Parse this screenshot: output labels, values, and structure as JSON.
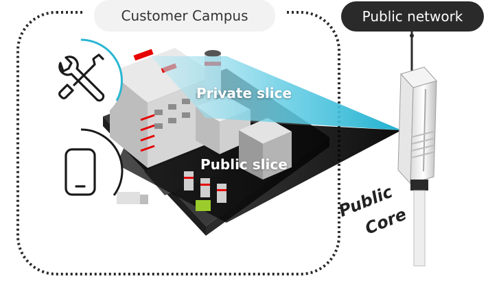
{
  "labels": {
    "customer_campus": "Customer Campus",
    "public_network": "Public network",
    "private_slice": "Private slice",
    "public_slice": "Public slice",
    "public_core_line1": "Public",
    "public_core_line2": "Core"
  },
  "icons": {
    "tools": "wrench-screwdriver-icon",
    "device": "smartphone-icon"
  },
  "colors": {
    "accent_cyan": "#29b6d1",
    "accent_red": "#e60000",
    "dark": "#2a2a2a",
    "pill_light": "#f2f2f2"
  }
}
